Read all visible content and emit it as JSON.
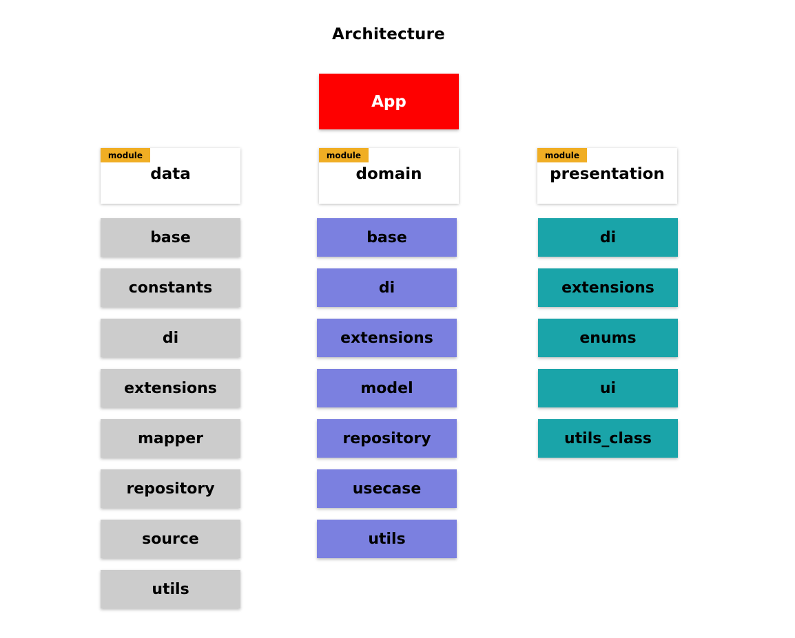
{
  "title": "Architecture",
  "app": {
    "label": "App",
    "color": "#fe0000"
  },
  "module_tag_color": "#f0ae24",
  "modules": [
    {
      "tag": "module",
      "name": "data",
      "color": "#cccccc",
      "packages": [
        "base",
        "constants",
        "di",
        "extensions",
        "mapper",
        "repository",
        "source",
        "utils"
      ]
    },
    {
      "tag": "module",
      "name": "domain",
      "color": "#7b80e0",
      "packages": [
        "base",
        "di",
        "extensions",
        "model",
        "repository",
        "usecase",
        "utils"
      ]
    },
    {
      "tag": "module",
      "name": "presentation",
      "color": "#1aa4a9",
      "packages": [
        "di",
        "extensions",
        "enums",
        "ui",
        "utils_class"
      ]
    }
  ]
}
